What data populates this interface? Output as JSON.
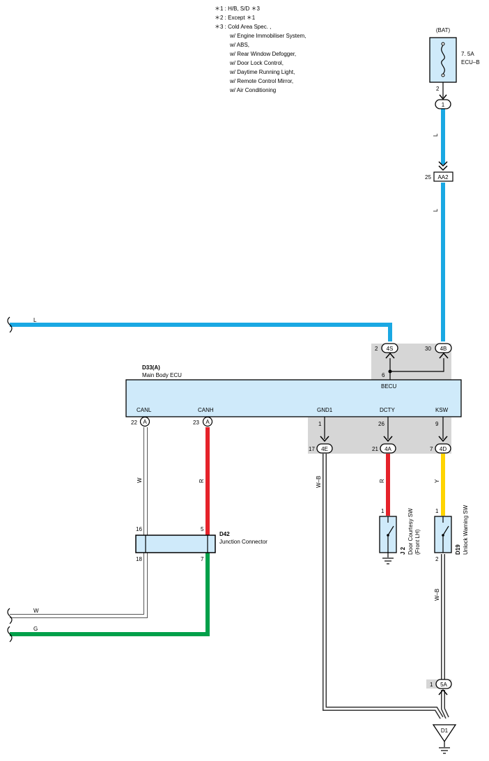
{
  "notes": [
    "＊1 : H/B,  S/D ＊3",
    "＊2 : Except ＊1",
    "＊3 : Cold Area Spec. ,",
    "w/ Engine Immobiliser System,",
    "w/ ABS,",
    "w/ Rear Window Defogger,",
    "w/ Door Lock Control,",
    "w/ Daytime Running Light,",
    "w/ Remote Control Mirror,",
    "w/ Air Conditioning"
  ],
  "fuse": {
    "source": "(BAT)",
    "rating": "7. 5A",
    "name": "ECU–B",
    "pin": "2"
  },
  "connectors": {
    "c1": {
      "id": "1"
    },
    "aa2": {
      "id": "AA2",
      "pin": "25"
    },
    "c4s": {
      "id": "4S",
      "pin": "2"
    },
    "c4b": {
      "id": "4B",
      "pin": "30"
    },
    "c4e": {
      "id": "4E",
      "pin": "17"
    },
    "c4a": {
      "id": "4A",
      "pin": "21"
    },
    "c4d": {
      "id": "4D",
      "pin": "7"
    },
    "c5a": {
      "id": "5A",
      "pin": "1"
    },
    "canl": {
      "id": "A",
      "pin": "22"
    },
    "canh": {
      "id": "A",
      "pin": "23"
    },
    "becu_junction_pin": "6"
  },
  "ecu": {
    "code": "D33(A)",
    "name": "Main Body ECU",
    "terminals": {
      "becu": "BECU",
      "canl": "CANL",
      "canh": "CANH",
      "gnd1": "GND1",
      "dcty": "DCTY",
      "ksw": "KSW"
    },
    "pins": {
      "gnd1": "1",
      "dcty": "26",
      "ksw": "9"
    }
  },
  "junction": {
    "code": "D42",
    "name": "Junction Connector",
    "pins": {
      "tl": "16",
      "tr": "5",
      "bl": "18",
      "br": "7"
    }
  },
  "switches": {
    "j2": {
      "code": "J 2",
      "name": "Door Courtesy SW",
      "sub": "(Front LH)",
      "pin_top": "1"
    },
    "d19": {
      "code": "D19",
      "name": "Unlock Warning SW",
      "pin_top": "1",
      "pin_bottom": "2"
    }
  },
  "ground": {
    "code": "D1"
  },
  "wire_colors": {
    "top_l": "L",
    "mid_l": "L",
    "left_l": "L",
    "canl": "W",
    "canh": "R",
    "gnd": "W–B",
    "dcty": "R",
    "ksw": "Y",
    "d19_out": "W–B",
    "left_w": "W",
    "left_g": "G"
  },
  "colors": {
    "blue": "#1aa8e3",
    "red": "#e5222a",
    "yellow": "#ffd400",
    "green": "#00a04a",
    "white_wire": "#ffffff",
    "ecu_fill": "#cfeafa",
    "shade": "#d6d6d6"
  }
}
